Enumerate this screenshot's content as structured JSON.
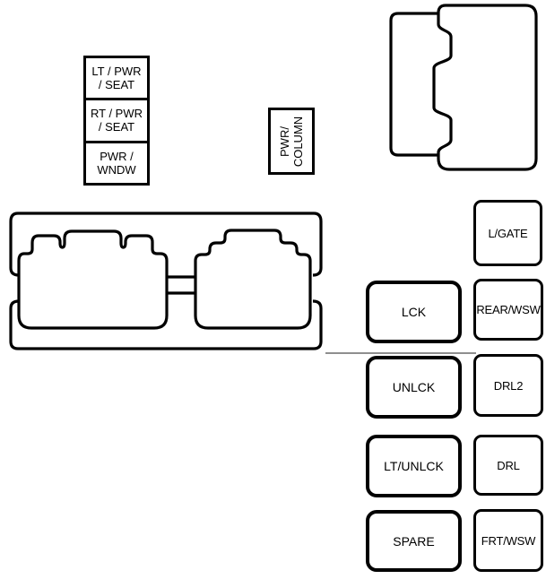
{
  "diagram": {
    "fuse_stack": [
      {
        "line1": "LT / PWR",
        "line2": "/ SEAT"
      },
      {
        "line1": "RT / PWR",
        "line2": "/ SEAT"
      },
      {
        "line1": "PWR /",
        "line2": "WNDW"
      }
    ],
    "pwr_column": {
      "line1": "PWR/",
      "line2": "COLUMN"
    },
    "relays_inner_column": [
      {
        "label": "LCK"
      },
      {
        "label": "UNLCK"
      },
      {
        "label": "LT/UNLCK"
      },
      {
        "label": "SPARE"
      }
    ],
    "relays_right_column": [
      {
        "label": "L/GATE"
      },
      {
        "label": "REAR/WSW"
      },
      {
        "label": "DRL2"
      },
      {
        "label": "DRL"
      },
      {
        "label": "FRT/WSW"
      }
    ],
    "colors": {
      "line": "#000000",
      "divider": "#8f8f8f",
      "background": "#ffffff"
    }
  }
}
